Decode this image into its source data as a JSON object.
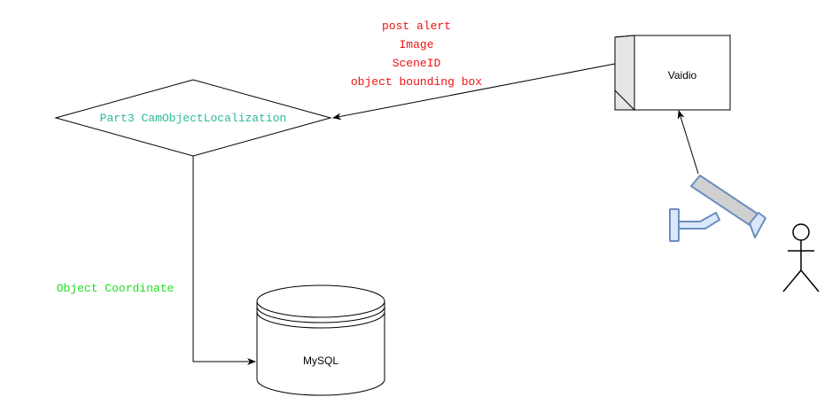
{
  "nodes": {
    "localization": {
      "label": "Part3 CamObjectLocalization",
      "color": "#2ab89b"
    },
    "vaidio": {
      "label": "Vaidio"
    },
    "database": {
      "label": "MySQL"
    }
  },
  "edges": {
    "alert": {
      "lines": [
        "post alert",
        "Image",
        "SceneID",
        "object bounding box"
      ],
      "color": "#ee1111"
    },
    "coordinate": {
      "label": "Object Coordinate",
      "color": "#22dd22"
    }
  },
  "icons": {
    "camera": "cctv-camera-icon",
    "actor": "stick-figure-actor-icon"
  },
  "colors": {
    "camera_stroke": "#6c8ebf",
    "camera_fill": "#d0d0d0",
    "camera_base_fill": "#dae8fc"
  }
}
